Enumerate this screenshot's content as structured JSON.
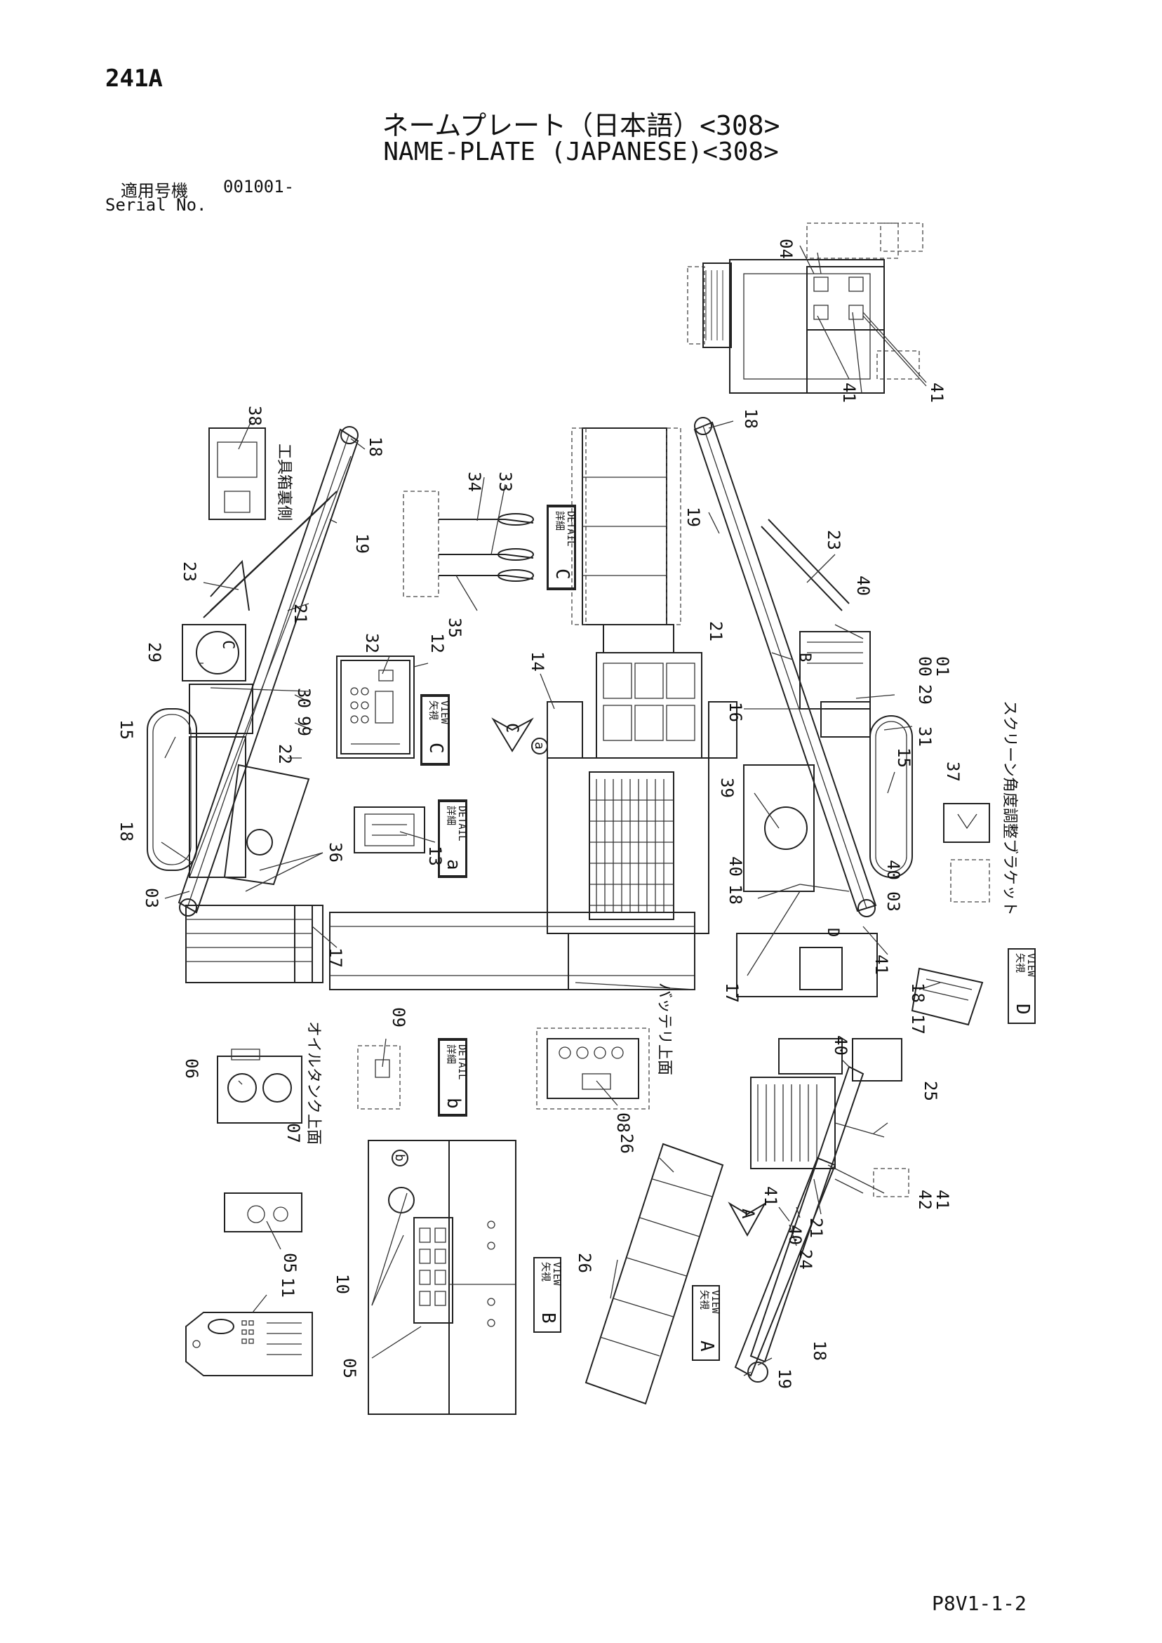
{
  "header": {
    "page_no": "241A",
    "title_jp": "ネームプレート（日本語）<308>",
    "title_en": "NAME-PLATE (JAPANESE)<308>",
    "serial_jp": "適用号機",
    "serial_code": "001001-",
    "serial_en": "Serial No."
  },
  "footer": {
    "doc_code": "P8V1-1-2"
  },
  "callouts": {
    "c04": "04",
    "c41a": "41",
    "c41b": "41",
    "c38": "38",
    "c18a": "18",
    "c19a": "19",
    "c23a": "23",
    "c21a": "21",
    "c29a": "29",
    "c30": "30",
    "c99": "99",
    "c22": "22",
    "c15a": "15",
    "c18b": "18",
    "c03a": "03",
    "c36": "36",
    "c17a": "17",
    "c34": "34",
    "c33": "33",
    "c35": "35",
    "c32": "32",
    "c12": "12",
    "c14": "14",
    "c13": "13",
    "c18c": "18",
    "c19b": "19",
    "c23b": "23",
    "c40a": "40",
    "c00": "00",
    "c01": "01",
    "c21b": "21",
    "c16": "16",
    "c29b": "29",
    "c31": "31",
    "c15b": "15",
    "c37": "37",
    "c39": "39",
    "c18d": "18",
    "c40b": "40",
    "c03b": "03",
    "c40c": "40",
    "c17b": "17",
    "c41c": "41",
    "c18e": "18",
    "c17c": "17",
    "c09": "09",
    "c06": "06",
    "c07": "07",
    "c08": "08",
    "c26a": "26",
    "c40d": "40",
    "c25": "25",
    "c42": "42",
    "c41d": "41",
    "c41e": "41",
    "c21c": "21",
    "c40e": "40",
    "c24": "24",
    "c05a": "05",
    "c26b": "26",
    "c10": "10",
    "c11": "11",
    "c05b": "05",
    "c18f": "18",
    "c19c": "19"
  },
  "view_labels": {
    "letter_a": "A",
    "letter_b": "B",
    "letter_c": "C",
    "letter_d": "D",
    "letter_a_small": "a",
    "letter_b_small": "b",
    "view": "VIEW",
    "detail": "DETAIL",
    "yashi": "矢視",
    "shosai": "詳細"
  },
  "notes": {
    "tool_box": "工具箱裏側",
    "oil_tank": "オイルタンク上面",
    "battery": "バッテリ上面",
    "screen_bracket": "スクリーン角度調整ブラケット"
  }
}
